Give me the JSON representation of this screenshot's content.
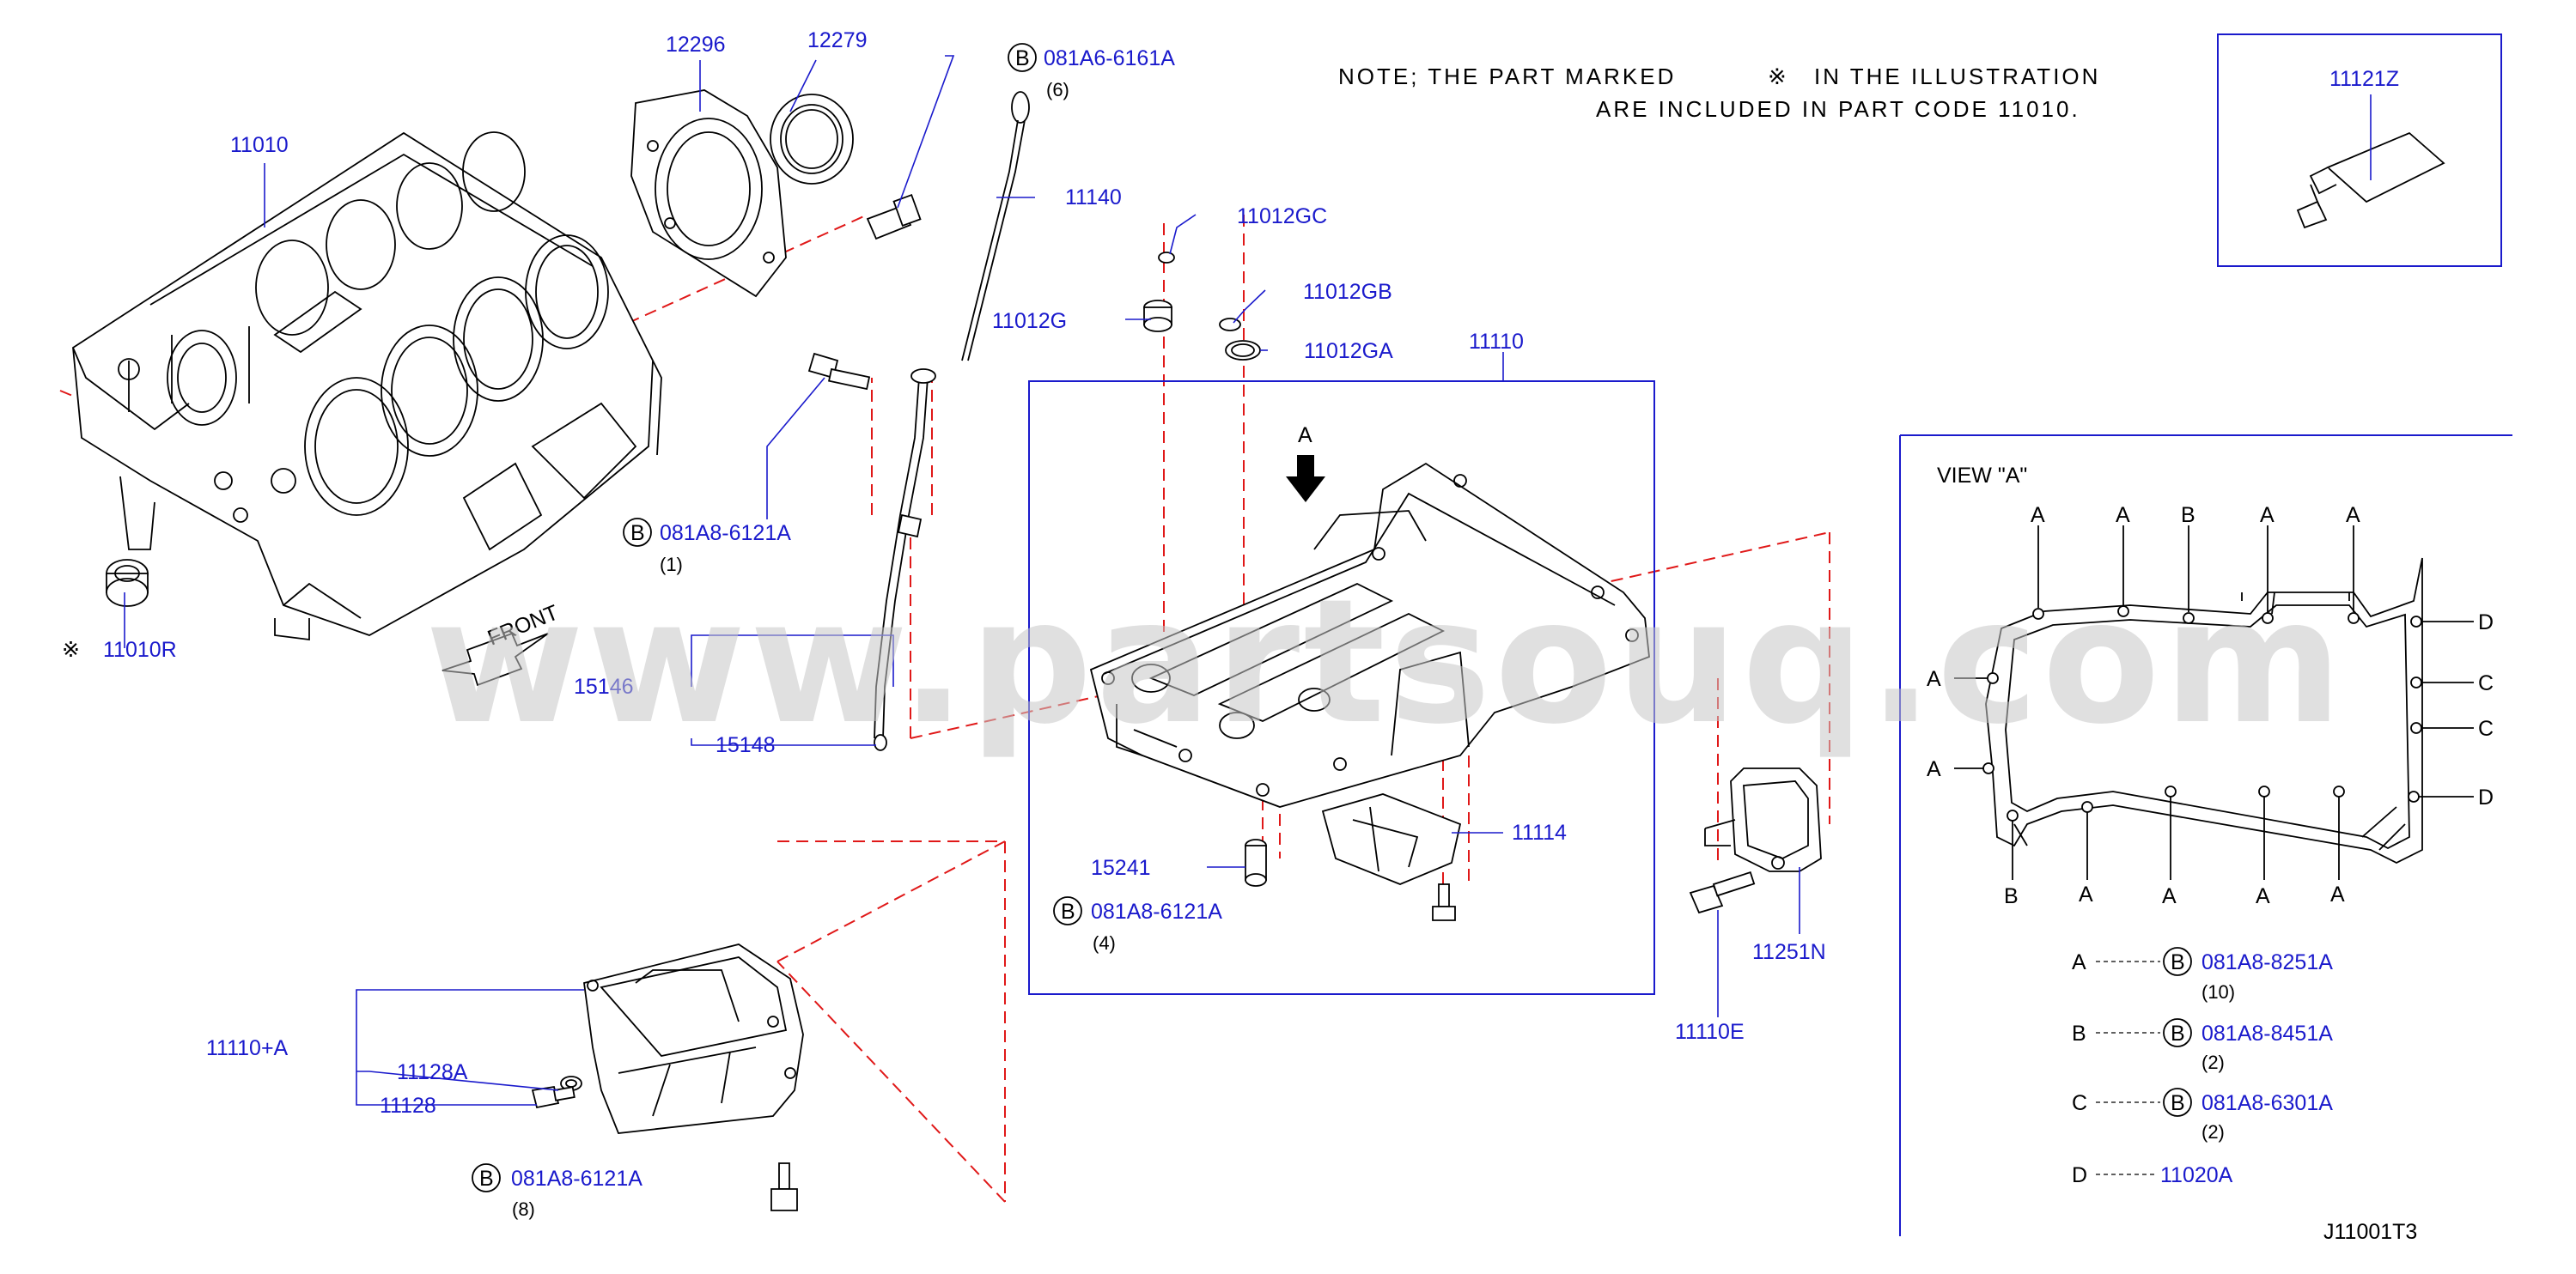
{
  "note": {
    "line1": "NOTE;  THE  PART  MARKED",
    "mark": "※",
    "line1b": "IN  THE  ILLUSTRATION",
    "line2": "ARE  INCLUDED  IN  PART  CODE  11010."
  },
  "watermark": "www.partsouq.com",
  "diagram_code": "J11001T3",
  "front_label": "FRONT",
  "bolt_letter": "B",
  "parts": {
    "p11010": "11010",
    "p12296": "12296",
    "p12279": "12279",
    "b_081A6_6161A": "081A6-6161A",
    "q6": "(6)",
    "p11140": "11140",
    "p11012GC": "11012GC",
    "p11012G": "11012G",
    "p11012GB": "11012GB",
    "p11012GA": "11012GA",
    "p11110": "11110",
    "p11121Z": "11121Z",
    "b_081A8_6121A_1": "081A8-6121A",
    "q1": "(1)",
    "p11010R": "11010R",
    "p15146": "15146",
    "p15148": "15148",
    "p15241": "15241",
    "p11114": "11114",
    "b_081A8_6121A_4": "081A8-6121A",
    "q4": "(4)",
    "p11110A": "11110+A",
    "p11128A": "11128A",
    "p11128": "11128",
    "b_081A8_6121A_8": "081A8-6121A",
    "q8": "(8)",
    "p11110E": "11110E",
    "p11251N": "11251N"
  },
  "view": {
    "title": "VIEW  \"A\"",
    "arrow_label": "A",
    "top_labels": [
      "A",
      "A",
      "B",
      "A",
      "A"
    ],
    "left_labels": [
      "A",
      "A"
    ],
    "right_labels": [
      "D",
      "C",
      "C",
      "D"
    ],
    "bottom_labels": [
      "B",
      "A",
      "A",
      "A",
      "A"
    ]
  },
  "legend": [
    {
      "key": "A",
      "bolt": "081A8-8251A",
      "qty": "(10)"
    },
    {
      "key": "B",
      "bolt": "081A8-8451A",
      "qty": "(2)"
    },
    {
      "key": "C",
      "bolt": "081A8-6301A",
      "qty": "(2)"
    },
    {
      "key": "D",
      "part": "11020A"
    }
  ],
  "colors": {
    "part_number": "#1a1acc",
    "dash_line": "#e01818",
    "drawing": "#000000"
  }
}
